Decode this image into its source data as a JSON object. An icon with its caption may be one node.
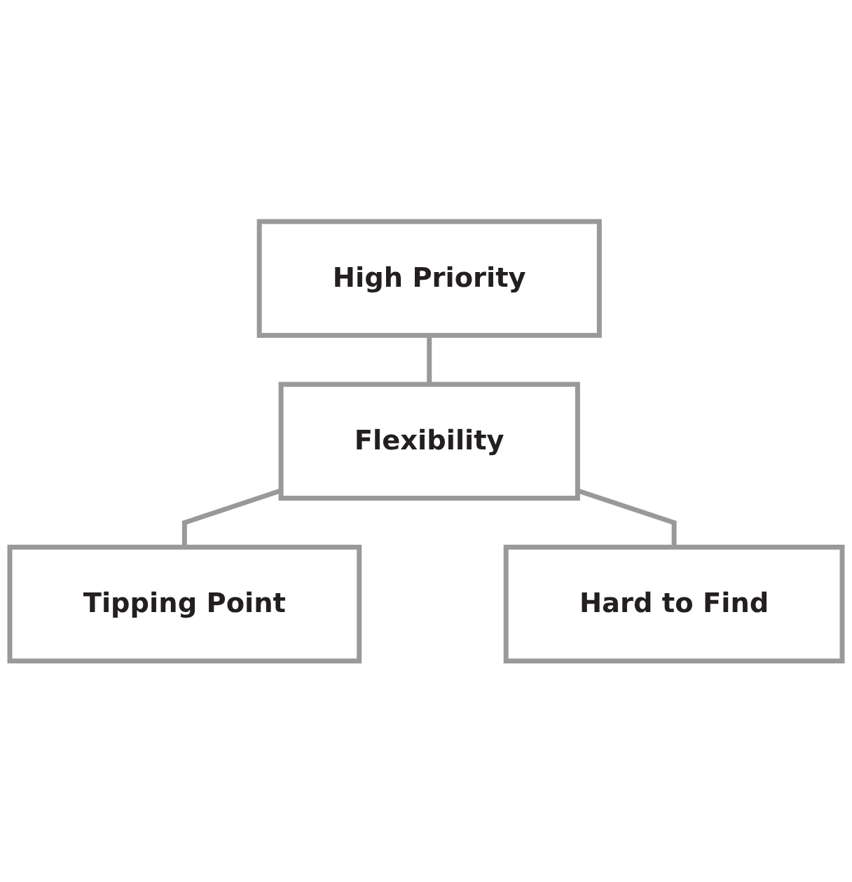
{
  "diagram": {
    "nodes": [
      {
        "text": [
          "High Priority"
        ]
      },
      {
        "text": [
          "Flexibility"
        ]
      },
      {
        "text": [
          "Tipping Point"
        ]
      },
      {
        "text": [
          "Hard to Find"
        ]
      }
    ],
    "edges": [
      {
        "from": 0,
        "to": 1,
        "arrow": "none"
      },
      {
        "from": 1,
        "to": 2,
        "arrow": "none"
      },
      {
        "from": 1,
        "to": 3,
        "arrow": "none"
      }
    ]
  }
}
